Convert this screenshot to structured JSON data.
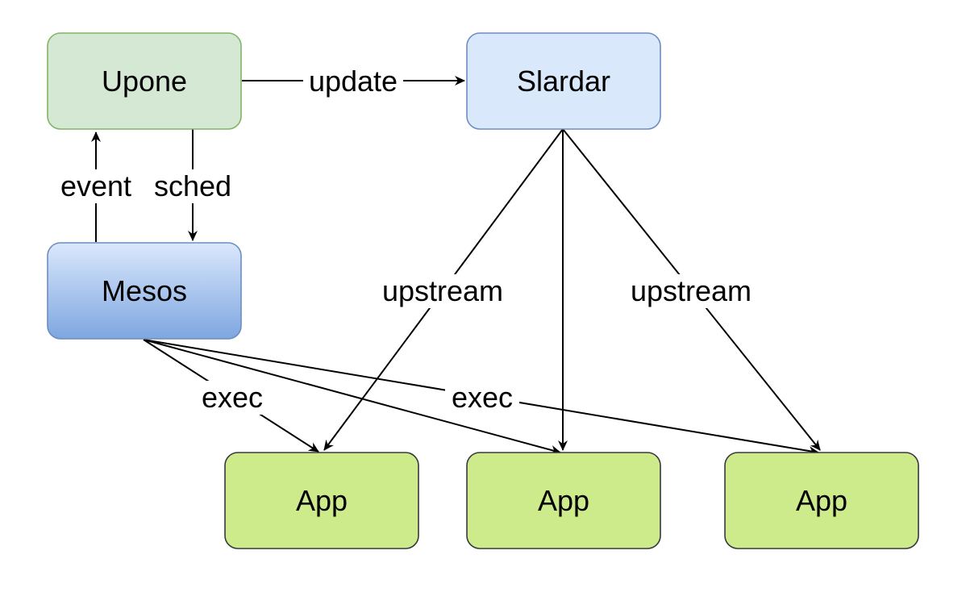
{
  "nodes": {
    "upone": {
      "label": "Upone"
    },
    "slardar": {
      "label": "Slardar"
    },
    "mesos": {
      "label": "Mesos"
    },
    "app1": {
      "label": "App"
    },
    "app2": {
      "label": "App"
    },
    "app3": {
      "label": "App"
    }
  },
  "edges": {
    "update": {
      "label": "update"
    },
    "event": {
      "label": "event"
    },
    "sched": {
      "label": "sched"
    },
    "upstream_left": {
      "label": "upstream"
    },
    "upstream_right": {
      "label": "upstream"
    },
    "exec_left": {
      "label": "exec"
    },
    "exec_mid": {
      "label": "exec"
    }
  },
  "colors": {
    "upone_fill": "#d5e8d4",
    "upone_stroke": "#82b366",
    "slardar_fill": "#dae8fc",
    "slardar_stroke": "#6c8ebf",
    "mesos_fill_top": "#dae8fc",
    "mesos_fill_bottom": "#7ea6e0",
    "mesos_stroke": "#6c8ebf",
    "app_fill": "#cdeb8b",
    "app_stroke": "#36393d"
  }
}
